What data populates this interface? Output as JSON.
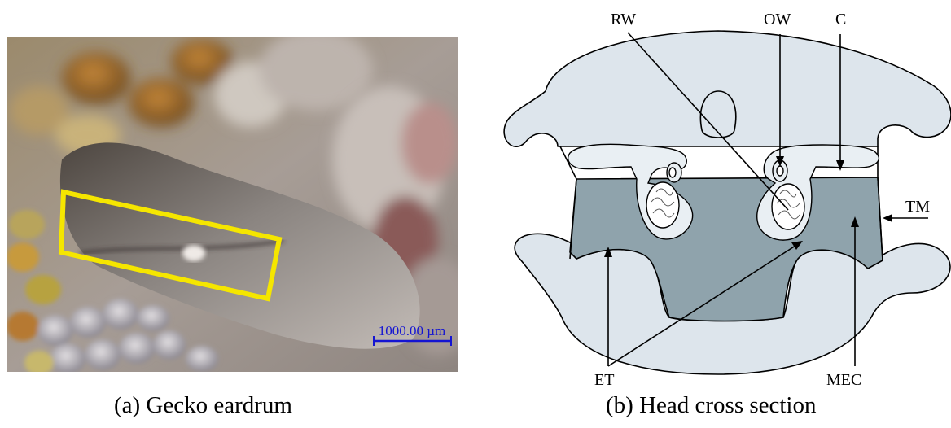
{
  "panel_a": {
    "caption": "(a) Gecko eardrum",
    "scale_bar_label": "1000.00 µm",
    "colors": {
      "highlight_box": "#f5e600",
      "scale_bar": "#1414d2"
    }
  },
  "panel_b": {
    "caption": "(b) Head cross section",
    "labels": {
      "rw": "RW",
      "ow": "OW",
      "c": "C",
      "tm": "TM",
      "et": "ET",
      "mec": "MEC"
    },
    "colors": {
      "head_fill": "#dde5ec",
      "cavity_fill": "#8fa3ac",
      "outline": "#000000"
    }
  }
}
